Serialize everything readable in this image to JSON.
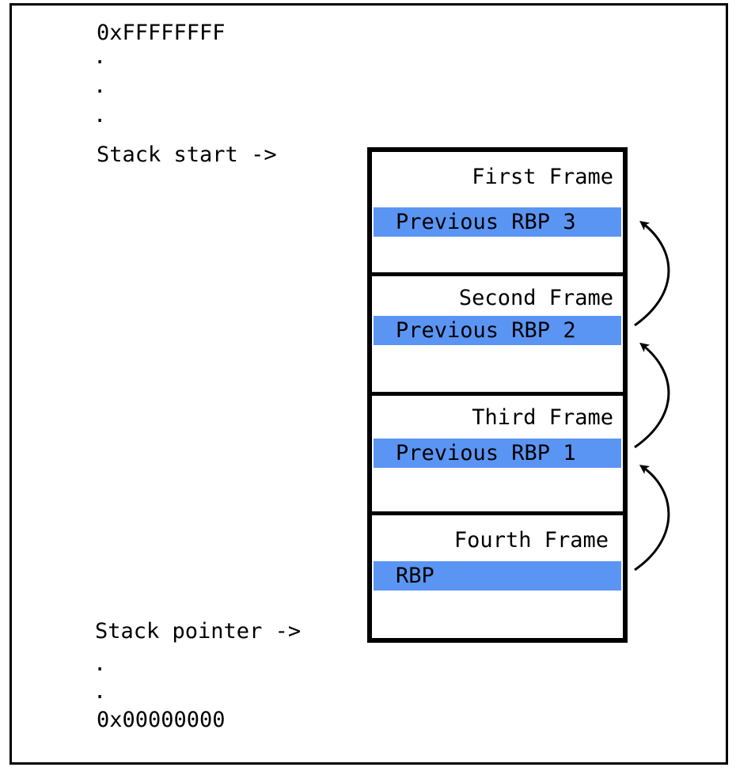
{
  "addresses": {
    "top": "0xFFFFFFFF",
    "bottom": "0x00000000"
  },
  "ellipsis_dot": ".",
  "labels": {
    "stack_start": "Stack start ->",
    "stack_pointer": "Stack pointer ->"
  },
  "frames": [
    {
      "title": "First Frame",
      "rbp_label": "Previous RBP 3"
    },
    {
      "title": "Second Frame",
      "rbp_label": "Previous RBP 2"
    },
    {
      "title": "Third Frame",
      "rbp_label": "Previous RBP 1"
    },
    {
      "title": "Fourth Frame",
      "rbp_label": "RBP"
    }
  ],
  "colors": {
    "rbp_highlight": "#5b95f4",
    "border": "#000000",
    "background": "#ffffff"
  }
}
